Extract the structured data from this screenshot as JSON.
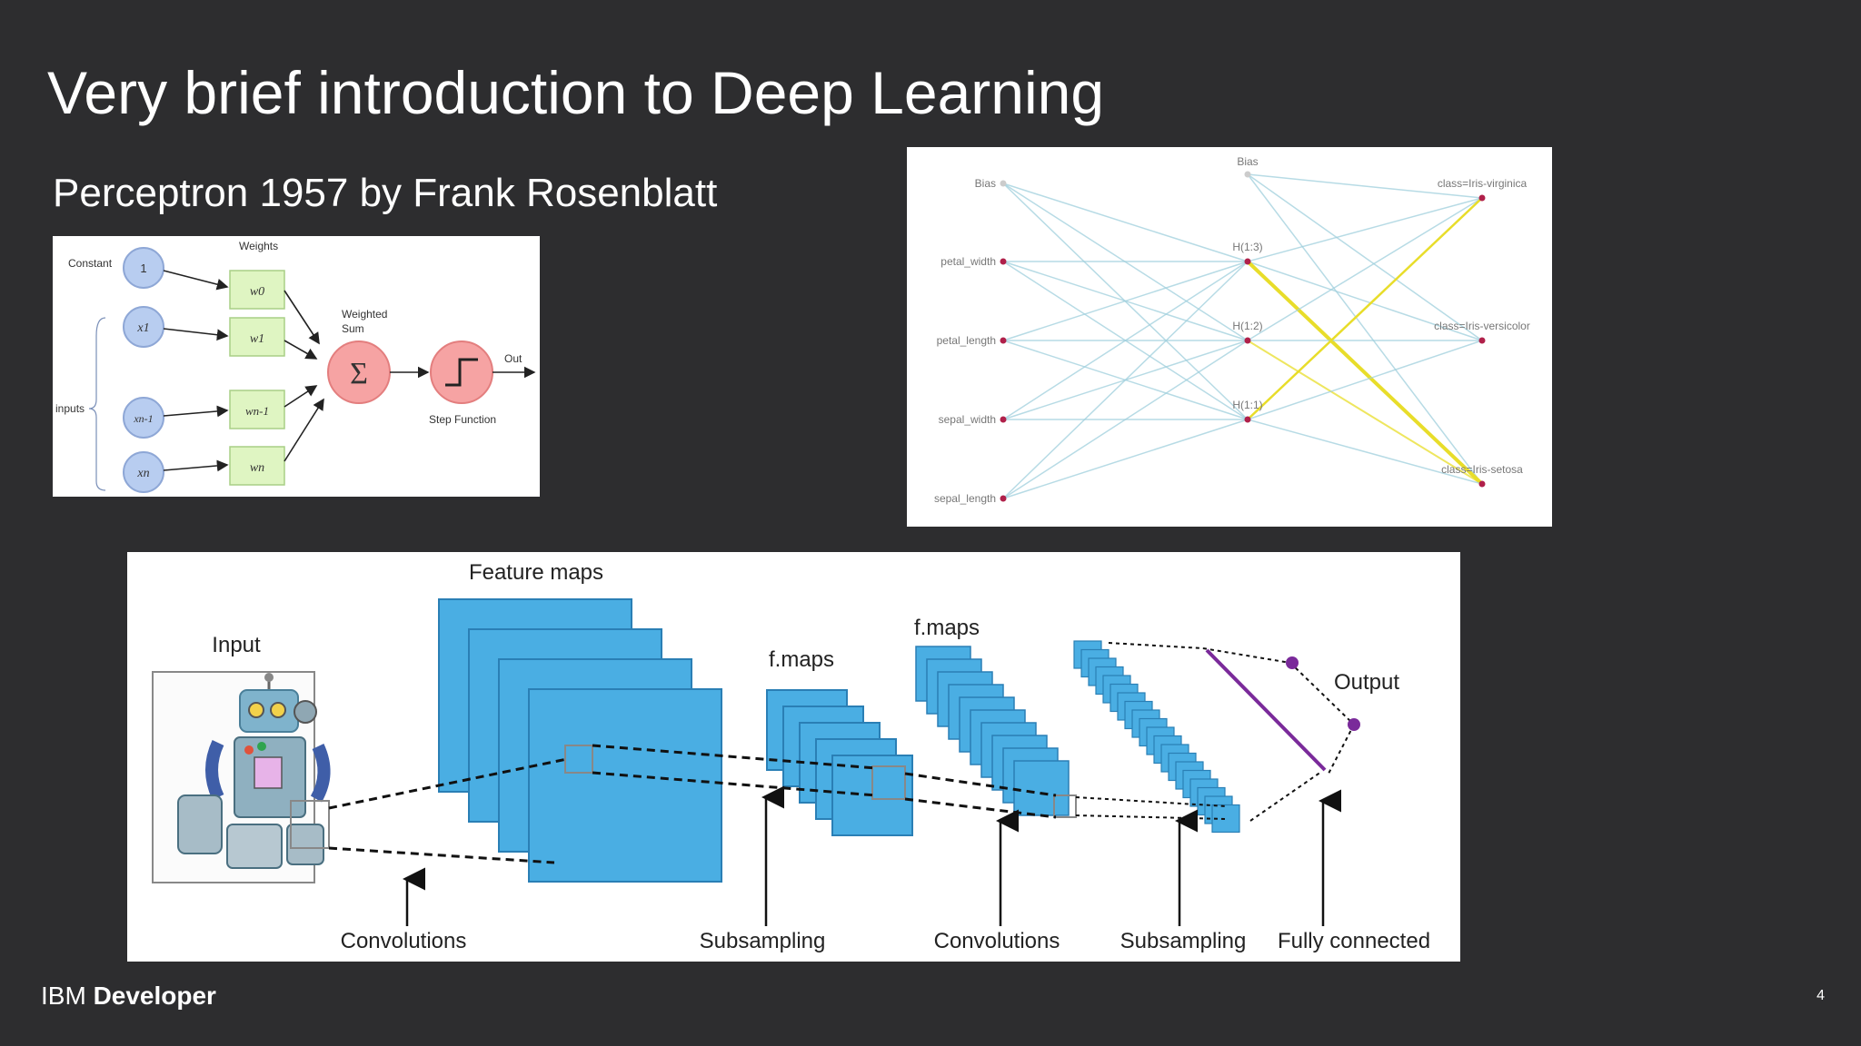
{
  "slide": {
    "title": "Very brief introduction to Deep Learning",
    "subtitle": "Perceptron 1957 by Frank Rosenblatt",
    "brand_light": "IBM",
    "brand_bold": "Developer",
    "page_number": "4"
  },
  "perceptron": {
    "weights_header": "Weights",
    "constant_label": "Constant",
    "constant_value": "1",
    "inputs_label": "inputs",
    "inputs": [
      "x1",
      "xn-1",
      "xn"
    ],
    "weights": [
      "w0",
      "w1",
      "wn-1",
      "wn"
    ],
    "sum_label_1": "Weighted",
    "sum_label_2": "Sum",
    "sum_symbol": "Σ",
    "out_label": "Out",
    "step_label": "Step Function"
  },
  "iris_network": {
    "input_nodes": [
      "Bias",
      "petal_width",
      "petal_length",
      "sepal_width",
      "sepal_length"
    ],
    "hidden_nodes": [
      "Bias",
      "H(1:3)",
      "H(1:2)",
      "H(1:1)"
    ],
    "output_nodes": [
      "class=Iris-virginica",
      "class=Iris-versicolor",
      "class=Iris-setosa"
    ]
  },
  "cnn": {
    "input_label": "Input",
    "feature_maps_label": "Feature maps",
    "fmaps_label_1": "f.maps",
    "fmaps_label_2": "f.maps",
    "output_label": "Output",
    "stages": [
      "Convolutions",
      "Subsampling",
      "Convolutions",
      "Subsampling",
      "Fully connected"
    ]
  },
  "colors": {
    "background": "#2d2d2f",
    "map_fill": "#4aaee3",
    "map_stroke": "#2a7fb5",
    "neuron_purple": "#7a2a9a",
    "perceptron_node_blue": "#b8cdf0",
    "perceptron_sum_red": "#f6a3a3",
    "perceptron_weight_green": "#dff5c2",
    "iris_edge": "#9fcfdc",
    "iris_highlight": "#e8dd2a"
  }
}
